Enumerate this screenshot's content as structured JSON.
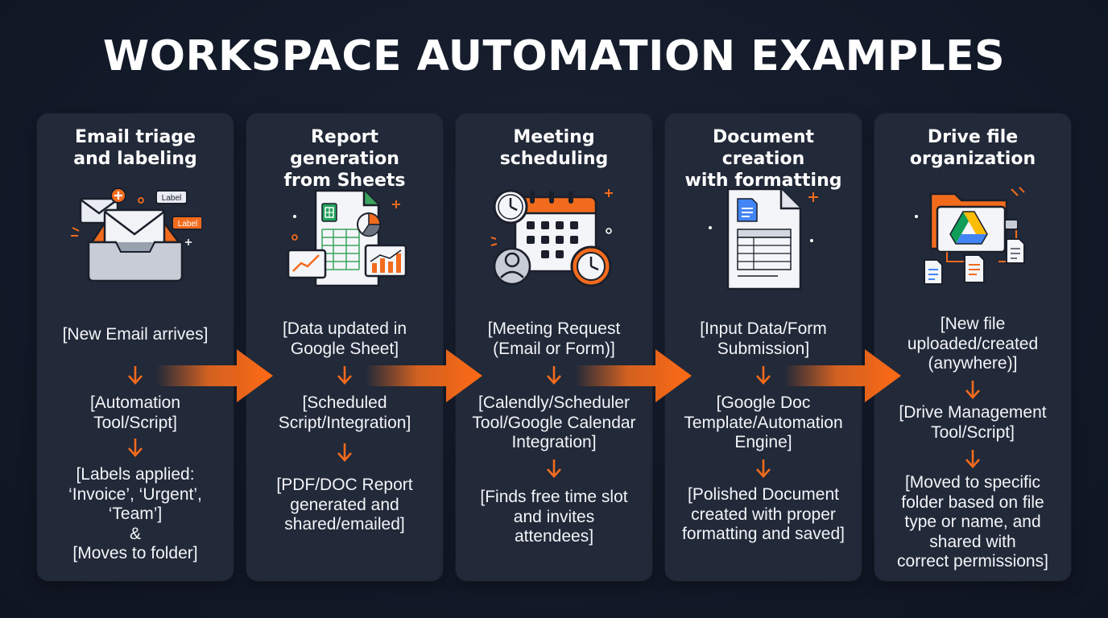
{
  "title": "WORKSPACE AUTOMATION EXAMPLES",
  "colors": {
    "accent": "#f26b1d",
    "card": "#222938",
    "background": "#141b2a"
  },
  "cards": [
    {
      "title": [
        "Email triage",
        "and labeling"
      ],
      "icon": "email-inbox-label-icon",
      "icon_labels": [
        "Label",
        "Label"
      ],
      "steps": [
        [
          "[New Email arrives]"
        ],
        [
          "[Automation",
          "Tool/Script]"
        ],
        [
          "[Labels applied:",
          "‘Invoice’, ‘Urgent’,",
          "‘Team’]",
          "&",
          "[Moves to folder]"
        ]
      ]
    },
    {
      "title": [
        "Report generation",
        "from Sheets"
      ],
      "icon": "sheets-report-icon",
      "steps": [
        [
          "[Data updated in",
          "Google Sheet]"
        ],
        [
          "[Scheduled",
          "Script/Integration]"
        ],
        [
          "[PDF/DOC Report",
          "generated and",
          "shared/emailed]"
        ]
      ]
    },
    {
      "title": [
        "Meeting",
        "scheduling"
      ],
      "icon": "calendar-clock-icon",
      "steps": [
        [
          "[Meeting Request",
          "(Email or Form)]"
        ],
        [
          "[Calendly/Scheduler",
          "Tool/Google Calendar",
          "Integration]"
        ],
        [
          "[Finds free time slot",
          "and invites",
          "attendees]"
        ]
      ]
    },
    {
      "title": [
        "Document creation",
        "with formatting"
      ],
      "icon": "google-doc-icon",
      "steps": [
        [
          "[Input Data/Form",
          "Submission]"
        ],
        [
          "[Google Doc",
          "Template/Automation",
          "Engine]"
        ],
        [
          "[Polished Document",
          "created with proper",
          "formatting and saved]"
        ]
      ]
    },
    {
      "title": [
        "Drive file",
        "organization"
      ],
      "icon": "drive-folder-icon",
      "steps": [
        [
          "[New file",
          "uploaded/created",
          "(anywhere)]"
        ],
        [
          "[Drive Management",
          "Tool/Script]"
        ],
        [
          "[Moved to specific",
          "folder based on file",
          "type or name, and",
          "shared with",
          "correct permissions]"
        ]
      ]
    }
  ]
}
